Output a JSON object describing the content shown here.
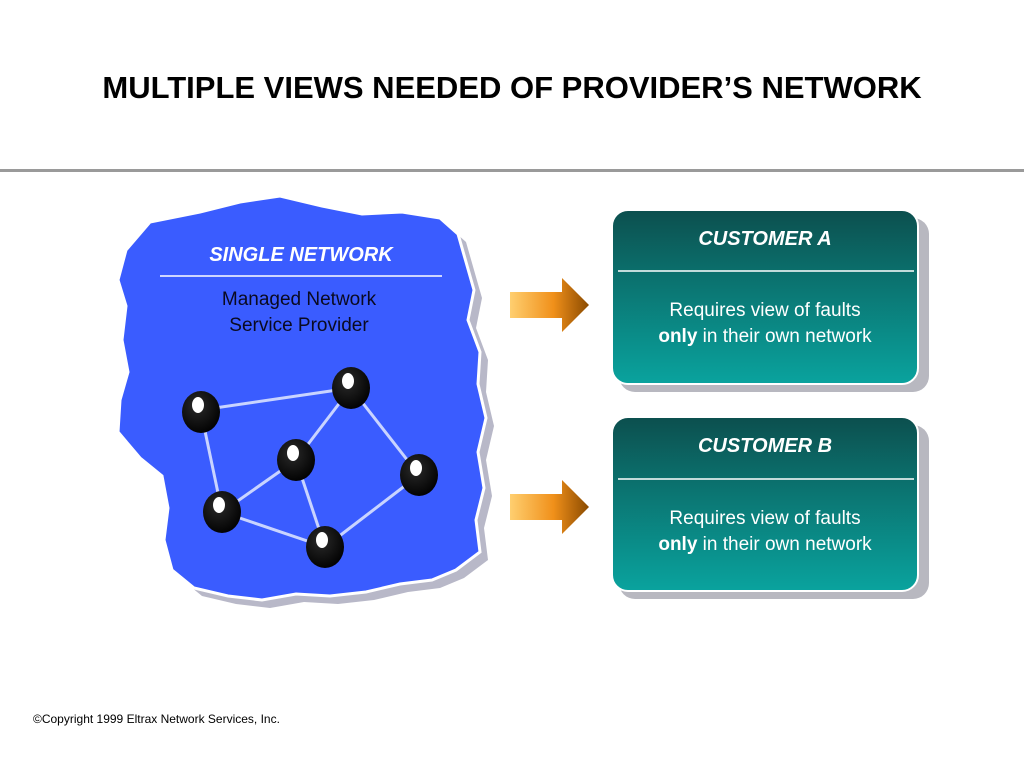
{
  "slide": {
    "title": "MULTIPLE VIEWS NEEDED OF PROVIDER’S NETWORK",
    "copyright_symbol": "©",
    "copyright": "Copyright 1999 Eltrax Network Services, Inc."
  },
  "network": {
    "title": "SINGLE NETWORK",
    "subtitle_line1": "Managed Network",
    "subtitle_line2": "Service Provider"
  },
  "customers": [
    {
      "title": "CUSTOMER A",
      "desc_line1": "Requires view of faults",
      "desc_bold": "only",
      "desc_rest": " in their own network"
    },
    {
      "title": "CUSTOMER B",
      "desc_line1": "Requires view of faults",
      "desc_bold": "only",
      "desc_rest": " in their own network"
    }
  ],
  "colors": {
    "network_fill": "#3a5cff",
    "customer_top": "#0d5a58",
    "customer_bottom": "#0a9c98",
    "arrow_start": "#ffcc66",
    "arrow_end": "#a05a00",
    "node": "#000000",
    "link": "#c9d4ff"
  }
}
